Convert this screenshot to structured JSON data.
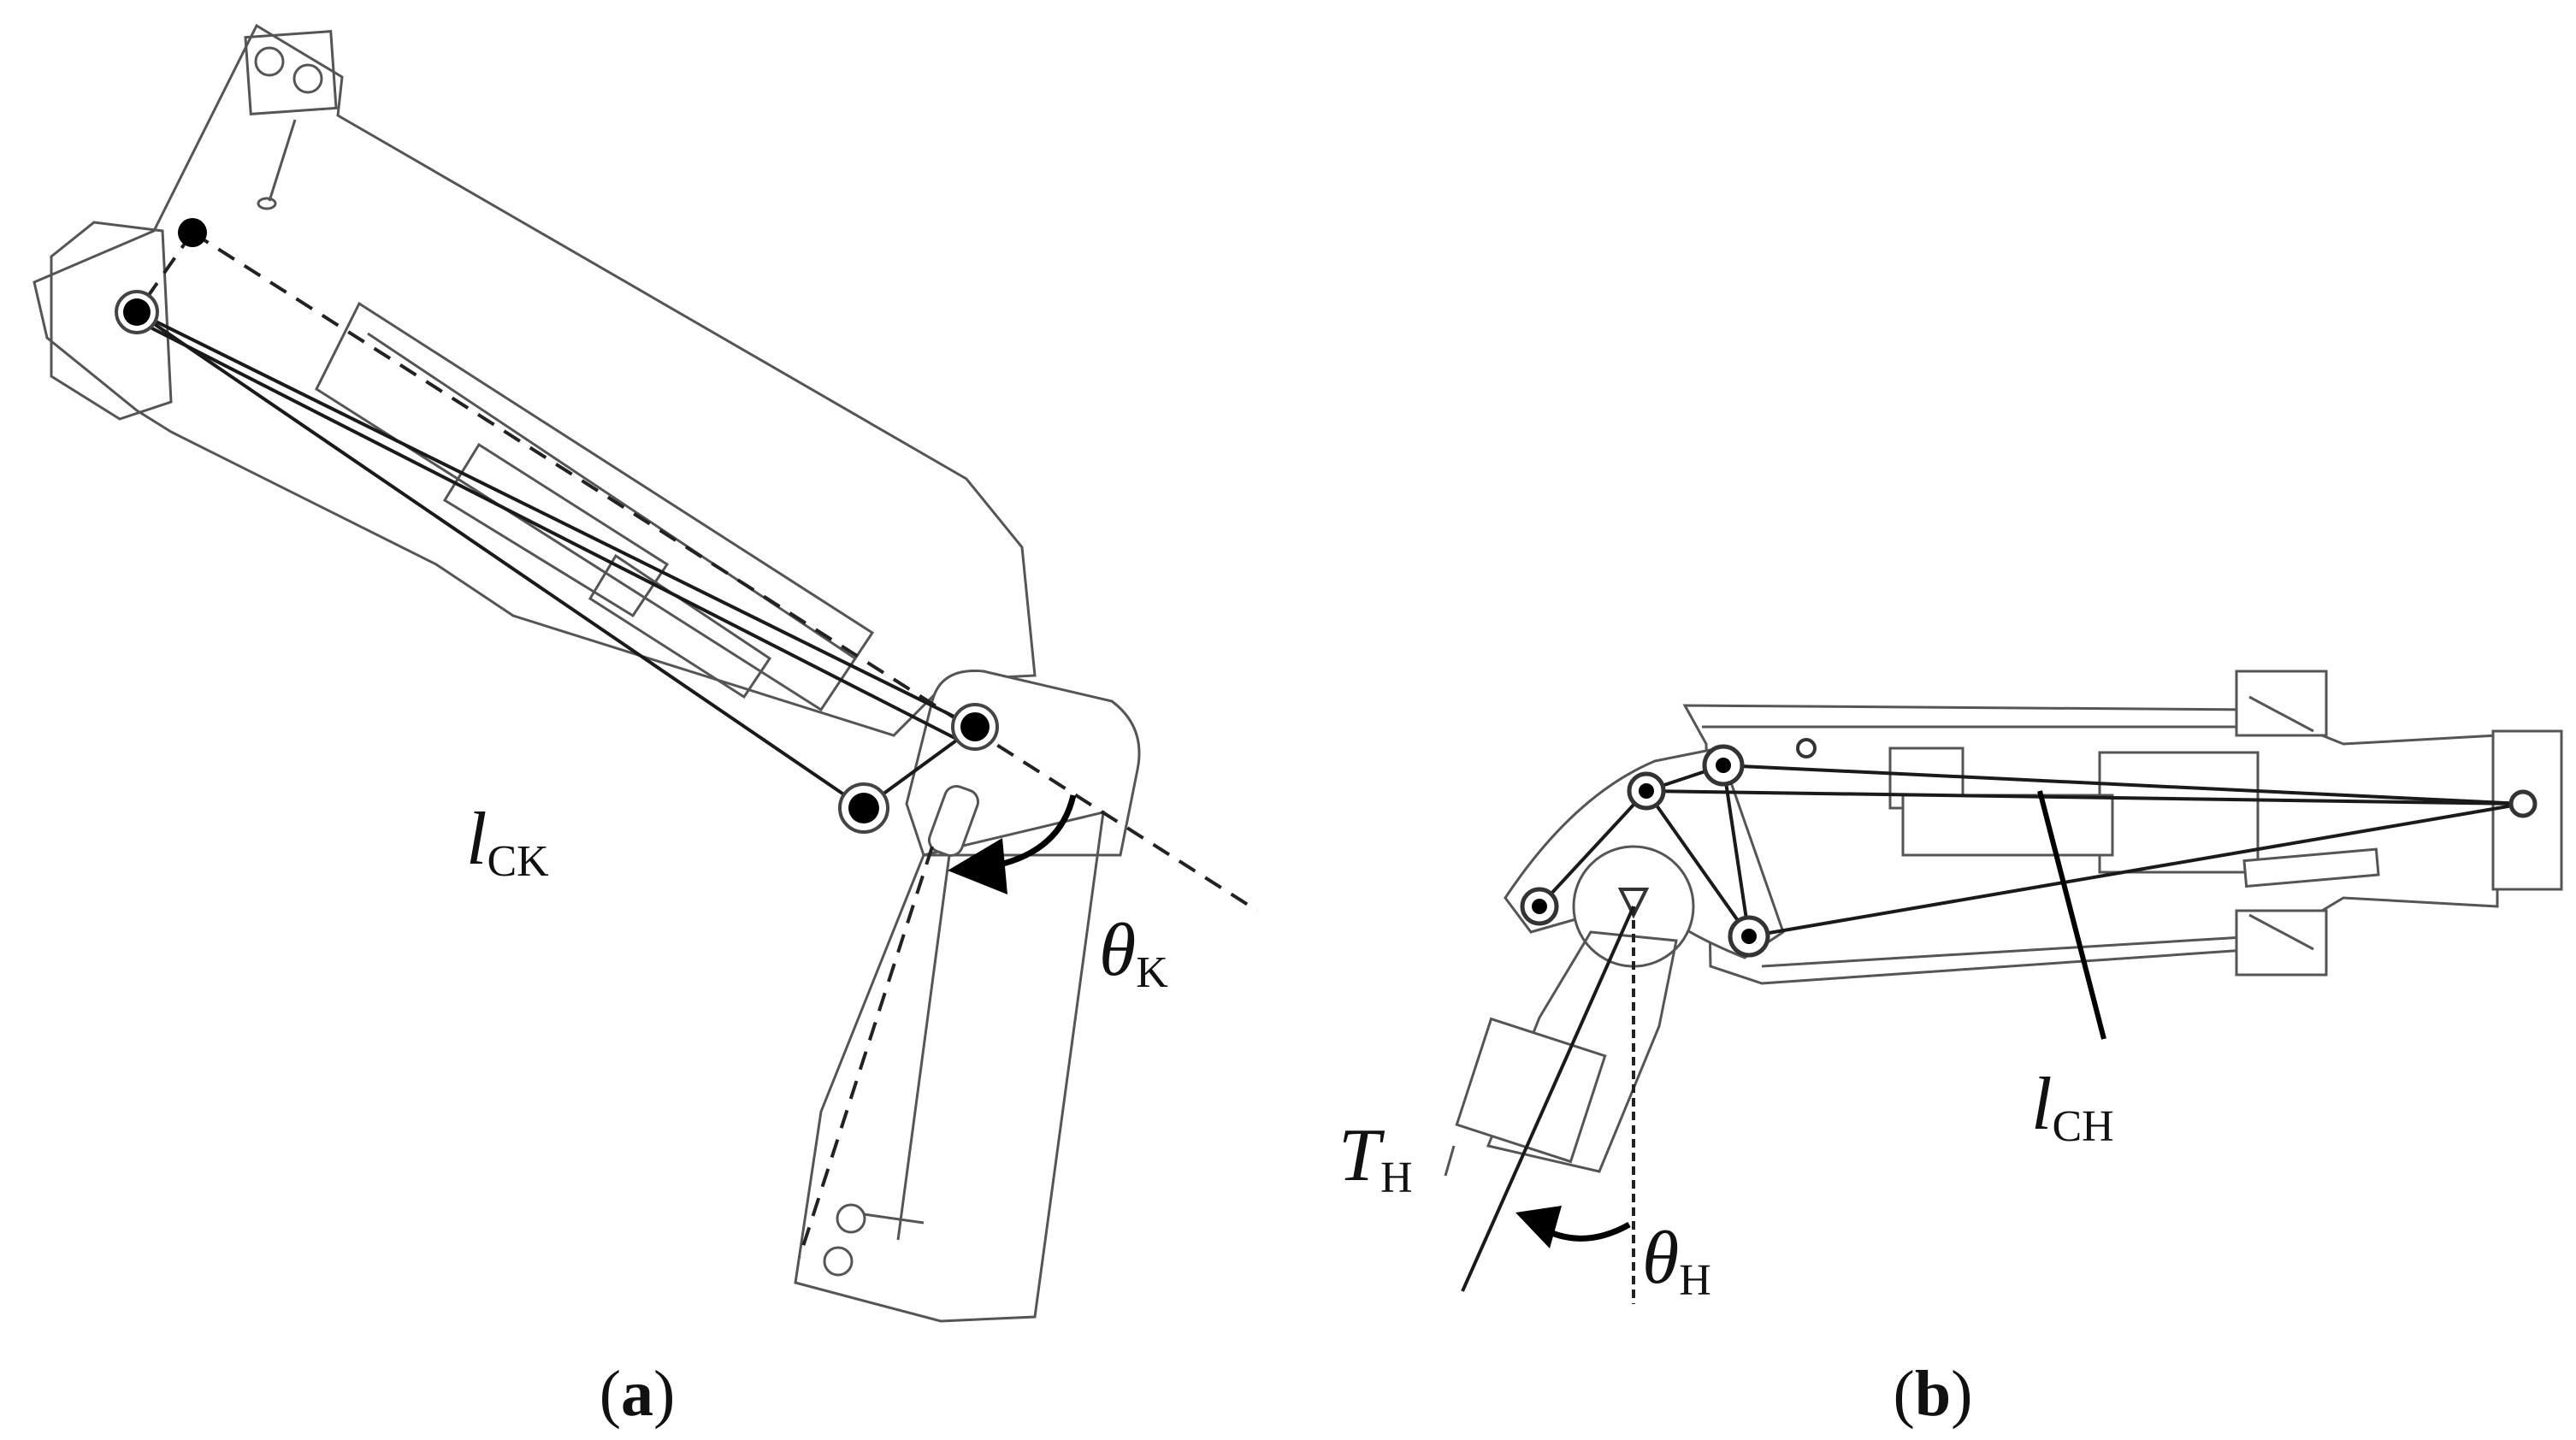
{
  "panel_a": {
    "caption_open": "(",
    "caption_letter": "a",
    "caption_close": ")",
    "length_label": {
      "symbol": "l",
      "sub": "CK"
    },
    "angle_label": {
      "symbol": "θ",
      "sub": "K"
    }
  },
  "panel_b": {
    "caption_open": "(",
    "caption_letter": "b",
    "caption_close": ")",
    "length_label": {
      "symbol": "l",
      "sub": "CH"
    },
    "torque_label": {
      "symbol": "T",
      "sub": "H"
    },
    "angle_label": {
      "symbol": "θ",
      "sub": "H"
    }
  }
}
